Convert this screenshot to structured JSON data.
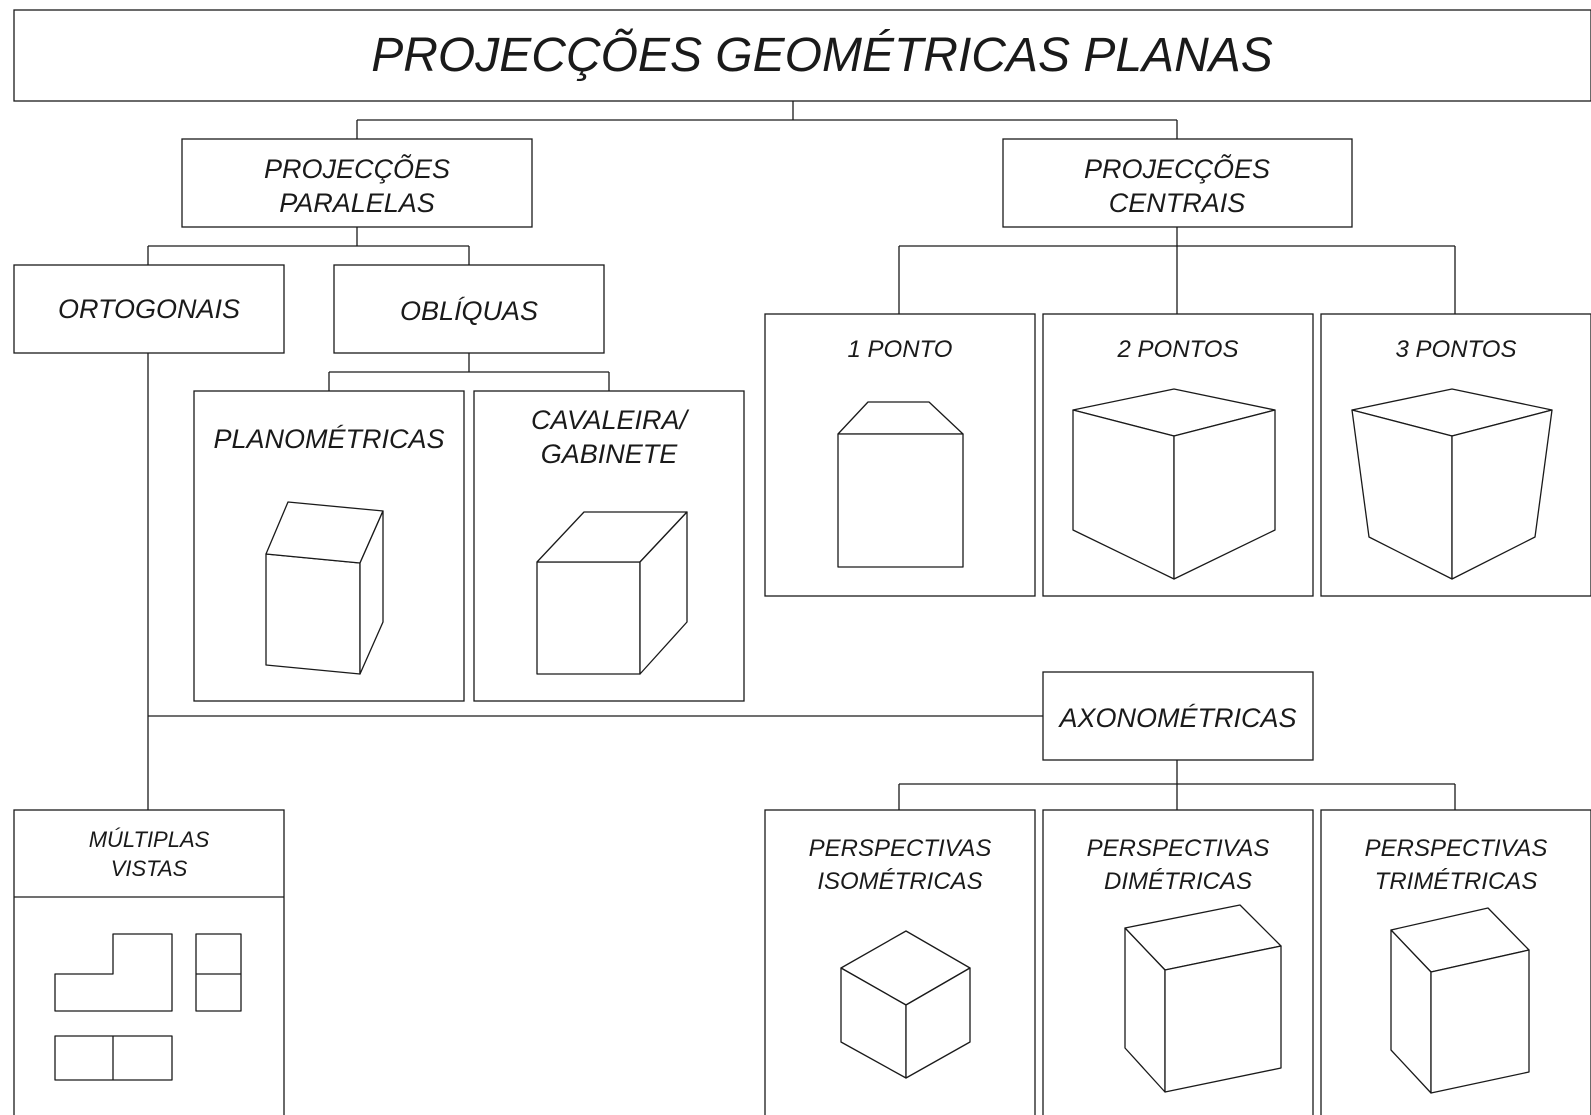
{
  "diagram": {
    "title": "PROJECÇÕES GEOMÉTRICAS PLANAS",
    "nodes": {
      "paralelas": [
        "PROJECÇÕES",
        "PARALELAS"
      ],
      "centrais": [
        "PROJECÇÕES",
        "CENTRAIS"
      ],
      "ortogonais": "ORTOGONAIS",
      "obliquas": "OBLÍQUAS",
      "planometricas": "PLANOMÉTRICAS",
      "cavaleira": [
        "CAVALEIRA/",
        "GABINETE"
      ],
      "um_ponto": "1 PONTO",
      "dois_pontos": "2 PONTOS",
      "tres_pontos": "3 PONTOS",
      "axonometricas": "AXONOMÉTRICAS",
      "multiplas": [
        "MÚLTIPLAS",
        "VISTAS"
      ],
      "isometricas": [
        "PERSPECTIVAS",
        "ISOMÉTRICAS"
      ],
      "dimetricas": [
        "PERSPECTIVAS",
        "DIMÉTRICAS"
      ],
      "trimetricas": [
        "PERSPECTIVAS",
        "TRIMÉTRICAS"
      ]
    }
  }
}
